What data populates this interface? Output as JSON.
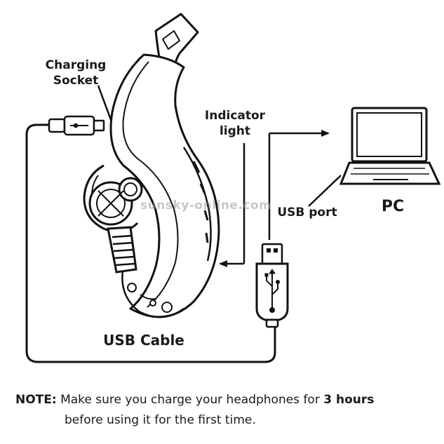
{
  "labels": {
    "charging_line1": "Charging",
    "charging_line2": "Socket",
    "indicator_line1": "Indicator",
    "indicator_line2": "light",
    "usb_port": "USB port",
    "pc": "PC",
    "usb_cable": "USB Cable"
  },
  "watermark": "sunsky-online.com",
  "note": {
    "prefix": "NOTE:",
    "text_before": " Make sure you charge your headphones for ",
    "emphasis": "3 hours",
    "line2": "before using it for the first time."
  }
}
